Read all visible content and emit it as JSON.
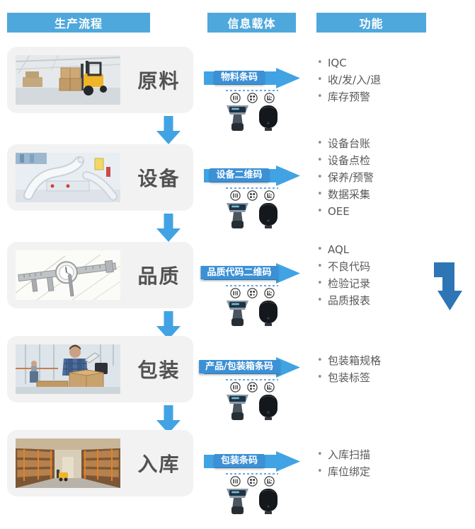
{
  "headers": {
    "process": "生产流程",
    "carrier": "信息载体",
    "function": "功能"
  },
  "rows": [
    {
      "stage": "原料",
      "image": "raw-material-forklift",
      "carrier_label": "物料条码",
      "functions": [
        "IQC",
        "收/发/入/退",
        "库存预警"
      ]
    },
    {
      "stage": "设备",
      "image": "robotic-equipment",
      "carrier_label": "设备二维码",
      "functions": [
        "设备台账",
        "设备点检",
        "保养/预警",
        "数据采集",
        "OEE"
      ]
    },
    {
      "stage": "品质",
      "image": "caliper-inspection",
      "carrier_label": "品质代码二维码",
      "functions": [
        "AQL",
        "不良代码",
        "检验记录",
        "品质报表"
      ]
    },
    {
      "stage": "包装",
      "image": "worker-packing",
      "carrier_label": "产品/包装箱条码",
      "functions": [
        "包装箱规格",
        "包装标签"
      ]
    },
    {
      "stage": "入库",
      "image": "warehouse-racking",
      "carrier_label": "包装条码",
      "functions": [
        "入库扫描",
        "库位绑定"
      ]
    }
  ],
  "icons": {
    "code_stamps": [
      "barcode-stamp",
      "qrcode-stamp",
      "datamatrix-stamp"
    ],
    "devices": [
      "barcode-scanner",
      "handheld-terminal"
    ]
  },
  "colors": {
    "header": "#4FA8DC",
    "arrow": "#41A3E4",
    "label_strip": "#3C90D6",
    "elbow_arrow": "#2E75B6",
    "card_bg": "#F2F2F2",
    "stage_text": "#525252",
    "list_text": "#595959"
  }
}
